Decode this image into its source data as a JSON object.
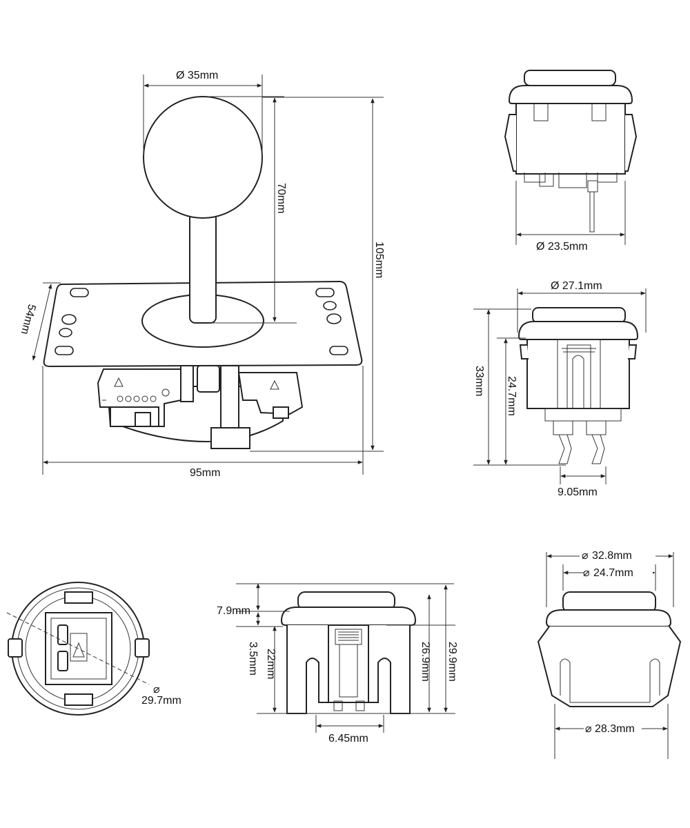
{
  "joystick": {
    "ball_diameter": "Ø 35mm",
    "shaft_height": "70mm",
    "total_height": "105mm",
    "plate_depth": "54mm",
    "plate_width": "95mm"
  },
  "button_side_top": {
    "diameter": "Ø 23.5mm"
  },
  "button_side_mid": {
    "diameter": "Ø 27.1mm",
    "total_height": "33mm",
    "body_height": "24.7mm",
    "terminal_pitch": "9.05mm"
  },
  "button_bottom_view": {
    "diameter": "29.7mm"
  },
  "button_section_view": {
    "cap_height": "7.9mm",
    "rim_height": "3.5mm",
    "body_height": "22mm",
    "height_a": "26.9mm",
    "height_b": "29.9mm",
    "terminal_pitch": "6.45mm"
  },
  "button_large_view": {
    "outer_diameter": "32.8mm",
    "cap_diameter": "24.7mm",
    "body_diameter": "28.3mm"
  },
  "colors": {
    "line": "#222222",
    "background": "#ffffff"
  }
}
